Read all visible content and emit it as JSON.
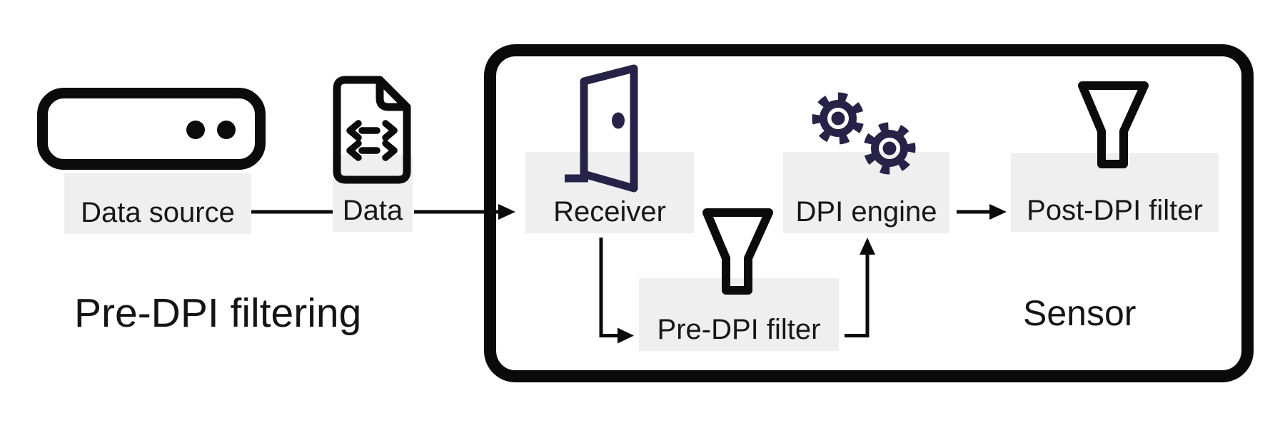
{
  "titles": {
    "left_title": "Pre-DPI filtering",
    "sensor_title": "Sensor"
  },
  "nodes": [
    {
      "id": "data-source",
      "label": "Data source",
      "icon": "server-icon"
    },
    {
      "id": "data",
      "label": "Data",
      "icon": "file-code-icon"
    },
    {
      "id": "receiver",
      "label": "Receiver",
      "icon": "open-door-icon"
    },
    {
      "id": "pre-dpi-filter",
      "label": "Pre-DPI filter",
      "icon": "funnel-icon"
    },
    {
      "id": "dpi-engine",
      "label": "DPI engine",
      "icon": "gears-icon"
    },
    {
      "id": "post-dpi-filter",
      "label": "Post-DPI filter",
      "icon": "funnel-icon"
    }
  ],
  "edges": [
    {
      "from": "Data source",
      "to": "Data",
      "arrow": false
    },
    {
      "from": "Data",
      "to": "Receiver",
      "arrow": true
    },
    {
      "from": "Receiver",
      "to": "Pre-DPI filter",
      "arrow": true
    },
    {
      "from": "Pre-DPI filter",
      "to": "DPI engine",
      "arrow": true
    },
    {
      "from": "DPI engine",
      "to": "Post-DPI filter",
      "arrow": true
    }
  ],
  "colors": {
    "background": "#ffffff",
    "line_black": "#0b0b0b",
    "icon_black": "#0b0b0b",
    "icon_navy": "#272247",
    "label_background": "#efefef",
    "sensor_border": "#0a0a0a",
    "text": "#171717"
  }
}
